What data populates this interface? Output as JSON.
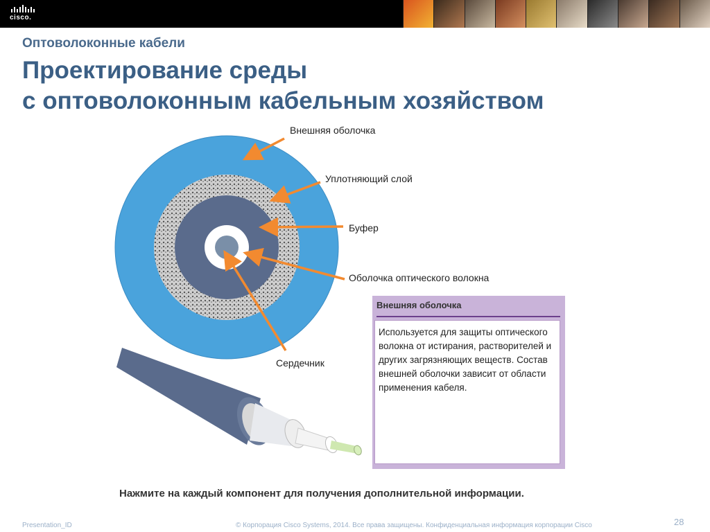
{
  "header": {
    "logo_text": "cisco.",
    "subtitle": "Оптоволоконные кабели",
    "title_line1": "Проектирование среды",
    "title_line2": "с оптоволоконным кабельным хозяйством"
  },
  "diagram": {
    "labels": {
      "jacket": "Внешняя оболочка",
      "strength": "Уплотняющий слой",
      "buffer": "Буфер",
      "cladding": "Оболочка оптического волокна",
      "core": "Сердечник"
    }
  },
  "info_panel": {
    "heading": "Внешняя оболочка",
    "text": "Используется для защиты оптического волокна от истирания, растворителей и других загрязняющих веществ. Состав внешней оболочки зависит от области применения кабеля."
  },
  "instruction": "Нажмите на каждый компонент для получения дополнительной информации.",
  "footer": {
    "presentation_id": "Presentation_ID",
    "copyright": "© Корпорация Cisco Systems, 2014. Все права защищены.    Конфиденциальная информация корпорации Cisco",
    "page_number": "28"
  },
  "colors": {
    "jacket": "#4aa3dc",
    "buffer": "#5a6b8c",
    "arrow": "#f28a30",
    "panel_border": "#c9b3d9",
    "title": "#3b5f85"
  }
}
